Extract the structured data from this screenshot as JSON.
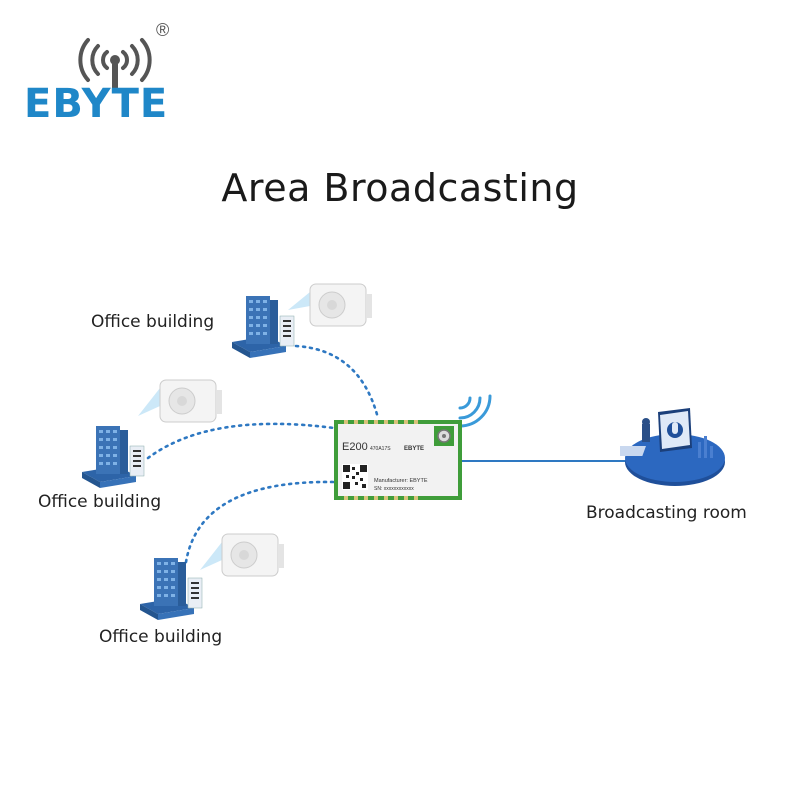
{
  "logo": {
    "text": "EBYTE",
    "registered": "®",
    "icon": "broadcast-tower-icon"
  },
  "title": "Area Broadcasting",
  "nodes": {
    "office_1": "Office building",
    "office_2": "Office building",
    "office_3": "Office building",
    "broadcast_room": "Broadcasting room"
  },
  "module": {
    "model": "E200",
    "variant": "470A17S",
    "brand": "EBYTE",
    "manufacturer": "Manufacturer: EBYTE",
    "serial": "SN: xxxxxxxxxxxx"
  },
  "colors": {
    "brand": "#1f87c8",
    "link_dotted": "#2e78c2",
    "link_solid": "#2e78c2",
    "pcb_green": "#3f9d3a",
    "building": "#3b73b6"
  }
}
